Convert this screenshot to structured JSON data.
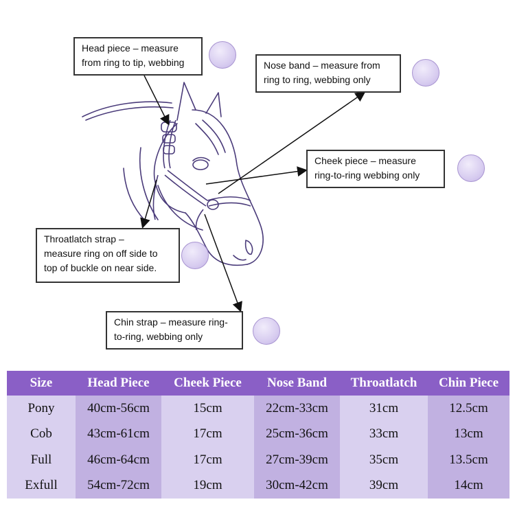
{
  "callouts": {
    "head_piece": "Head piece – measure\nfrom ring to tip, webbing",
    "nose_band": "Nose band – measure from\nring to ring, webbing only",
    "cheek_piece": "Cheek piece – measure\nring-to-ring webbing only",
    "throatlatch": "Throatlatch strap –\nmeasure ring on off side to\ntop of buckle on near side.",
    "chin_strap": "Chin strap – measure ring-\nto-ring, webbing only"
  },
  "table": {
    "headers": [
      "Size",
      "Head Piece",
      "Cheek Piece",
      "Nose Band",
      "Throatlatch",
      "Chin Piece"
    ],
    "rows": [
      [
        "Pony",
        "40cm-56cm",
        "15cm",
        "22cm-33cm",
        "31cm",
        "12.5cm"
      ],
      [
        "Cob",
        "43cm-61cm",
        "17cm",
        "25cm-36cm",
        "33cm",
        "13cm"
      ],
      [
        "Full",
        "46cm-64cm",
        "17cm",
        "27cm-39cm",
        "35cm",
        "13.5cm"
      ],
      [
        "Exfull",
        "54cm-72cm",
        "19cm",
        "30cm-42cm",
        "39cm",
        "14cm"
      ]
    ]
  },
  "colors": {
    "header_bg": "#8a5fc6",
    "row_light": "#d9d0ef",
    "row_dark": "#c1b1e1",
    "line_art": "#4a3b7a",
    "dot_fill": "#d8cdf0"
  }
}
